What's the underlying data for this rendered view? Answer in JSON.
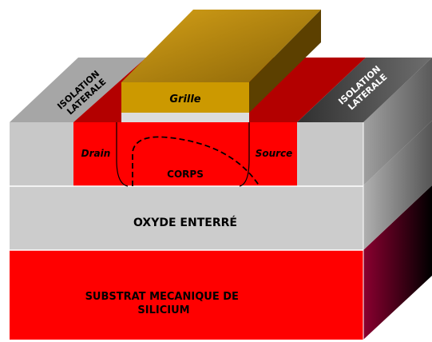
{
  "labels": {
    "isolation_left_1": "ISOLATION",
    "isolation_left_2": "LATERALE",
    "isolation_right_1": "ISOLATION",
    "isolation_right_2": "LATERALE",
    "gate": "Grille",
    "drain": "Drain",
    "source": "Source",
    "body": "CORPS",
    "buried_oxide": "OXYDE ENTERRÉ",
    "substrate_1": "SUBSTRAT MECANIQUE DE",
    "substrate_2": "SILICIUM"
  },
  "colors": {
    "silicon": "#ff0000",
    "silicon_top": "#b30000",
    "oxide": "#cccccc",
    "isolation_top_left": "#a6a6a6",
    "isolation_top_right": "#4d4d4d",
    "gate_front": "#cc9900",
    "gate_top": "#b8860b",
    "gate_side": "#5c4000"
  }
}
